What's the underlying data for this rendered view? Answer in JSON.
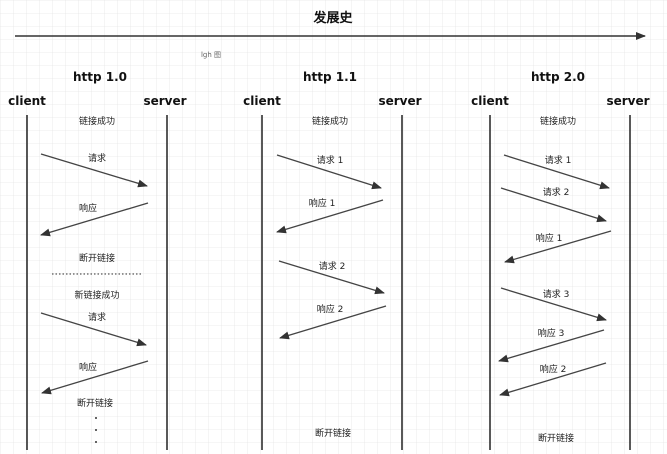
{
  "title": "发展史",
  "author_note": "lgh 图",
  "panels": [
    {
      "heading": "http 1.0",
      "client": "client",
      "server": "server",
      "labels": [
        "链接成功",
        "请求",
        "响应",
        "断开链接",
        "新链接成功",
        "请求",
        "响应",
        "断开链接"
      ]
    },
    {
      "heading": "http 1.1",
      "client": "client",
      "server": "server",
      "labels": [
        "链接成功",
        "请求 1",
        "响应 1",
        "请求 2",
        "响应 2",
        "断开链接"
      ]
    },
    {
      "heading": "http 2.0",
      "client": "client",
      "server": "server",
      "labels": [
        "链接成功",
        "请求 1",
        "请求 2",
        "响应 1",
        "请求 3",
        "响应 3",
        "响应 2",
        "断开链接"
      ]
    }
  ]
}
